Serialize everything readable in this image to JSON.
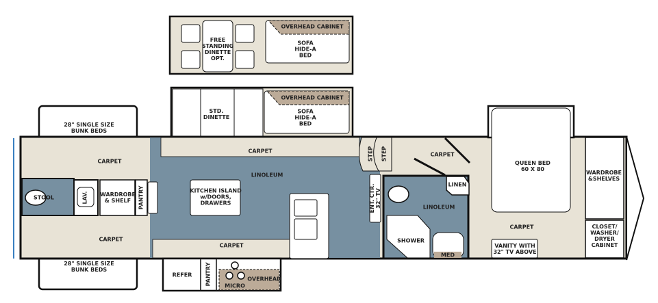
{
  "colors": {
    "carpet": "#e8e3d6",
    "linoleum": "#7790a1",
    "cabinet": "#bcab98",
    "wall": "#111111",
    "outline": "#3a7fc0"
  },
  "option_plan": {
    "dinette": "FREE\nSTANDING\nDINETTE\nOPT.",
    "overhead": "OVERHEAD CABINET",
    "sofa": "SOFA\nHIDE-A\nBED"
  },
  "slideout": {
    "dinette": "STD.\nDINETTE",
    "overhead": "OVERHEAD CABINET",
    "sofa": "SOFA\nHIDE-A\nBED",
    "carpet": "CARPET"
  },
  "bunk_room": {
    "bunk_top": "28\" SINGLE SIZE\nBUNK BEDS",
    "bunk_bottom": "28\" SINGLE SIZE\nBUNK BEDS",
    "carpet_top": "CARPET",
    "carpet_bottom": "CARPET",
    "stool": "STOOL",
    "lav": "LAV.",
    "wardrobe": "WARDROBE\n& SHELF",
    "pantry": "PANTRY"
  },
  "kitchen": {
    "linoleum": "LINOLEUM",
    "island": "KITCHEN ISLAND\nw/DOORS,\nDRAWERS",
    "carpet_bottom": "CARPET",
    "refer": "REFER",
    "pantry": "PANTRY",
    "micro": "MICRO",
    "overhead": "OVERHEAD"
  },
  "entry": {
    "step1": "STEP",
    "step2": "STEP",
    "ent_ctr": "ENT. CTR.\n32\" TV"
  },
  "bath": {
    "linoleum": "LINOLEUM",
    "linen": "LINEN",
    "shower": "SHOWER",
    "med": "MED"
  },
  "bedroom": {
    "carpet_top": "CARPET",
    "carpet": "CARPET",
    "queen_bed": "QUEEN BED\n60 X 80",
    "wardrobe": "WARDROBE\n&SHELVES",
    "closet": "CLOSET/\nWASHER/\nDRYER\nCABINET",
    "vanity": "VANITY WITH\n32\" TV ABOVE"
  }
}
